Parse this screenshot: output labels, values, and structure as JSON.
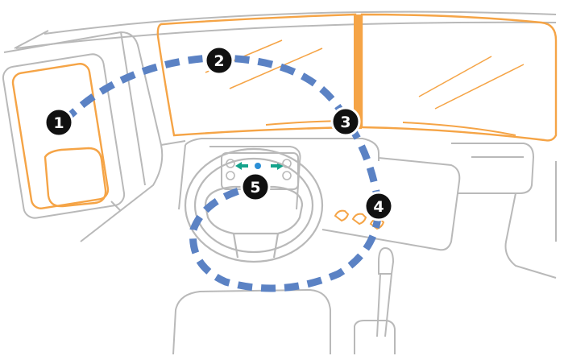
{
  "colors": {
    "outline": "#b9b9b9",
    "highlight": "#f5a446",
    "path": "#5b82c4",
    "badge_fill": "#111111",
    "badge_ring": "#ffffff",
    "badge_text": "#ffffff",
    "gauge_arrow": "#14a38b",
    "gauge_dot": "#2a8fd6"
  },
  "badges": [
    {
      "id": "mirror",
      "number": "1"
    },
    {
      "id": "windshield",
      "number": "2"
    },
    {
      "id": "pillar",
      "number": "3"
    },
    {
      "id": "vents",
      "number": "4"
    },
    {
      "id": "dash",
      "number": "5"
    }
  ]
}
